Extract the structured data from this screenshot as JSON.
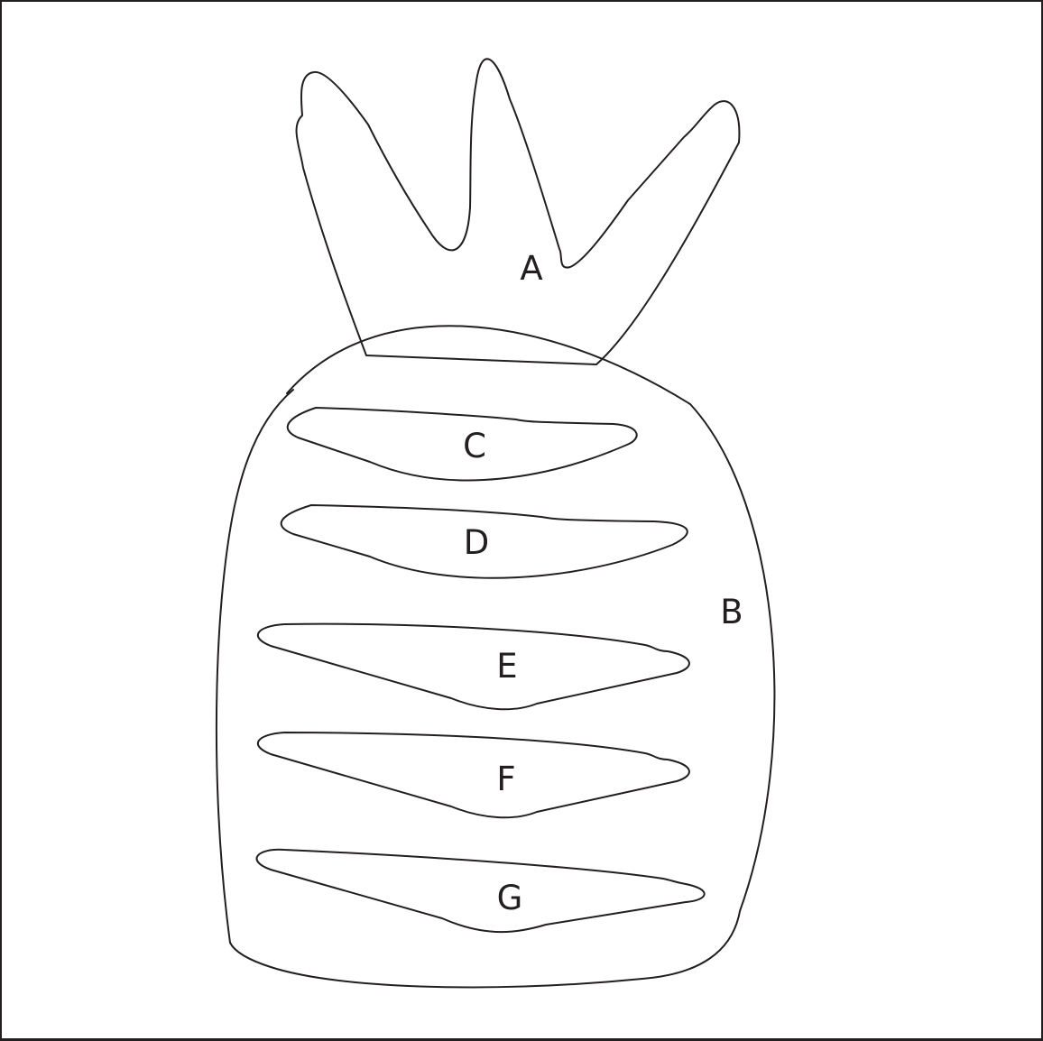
{
  "diagram": {
    "labels": {
      "A": "A",
      "B": "B",
      "C": "C",
      "D": "D",
      "E": "E",
      "F": "F",
      "G": "G"
    },
    "colors": {
      "stroke": "#231f20",
      "background": "#ffffff"
    }
  }
}
